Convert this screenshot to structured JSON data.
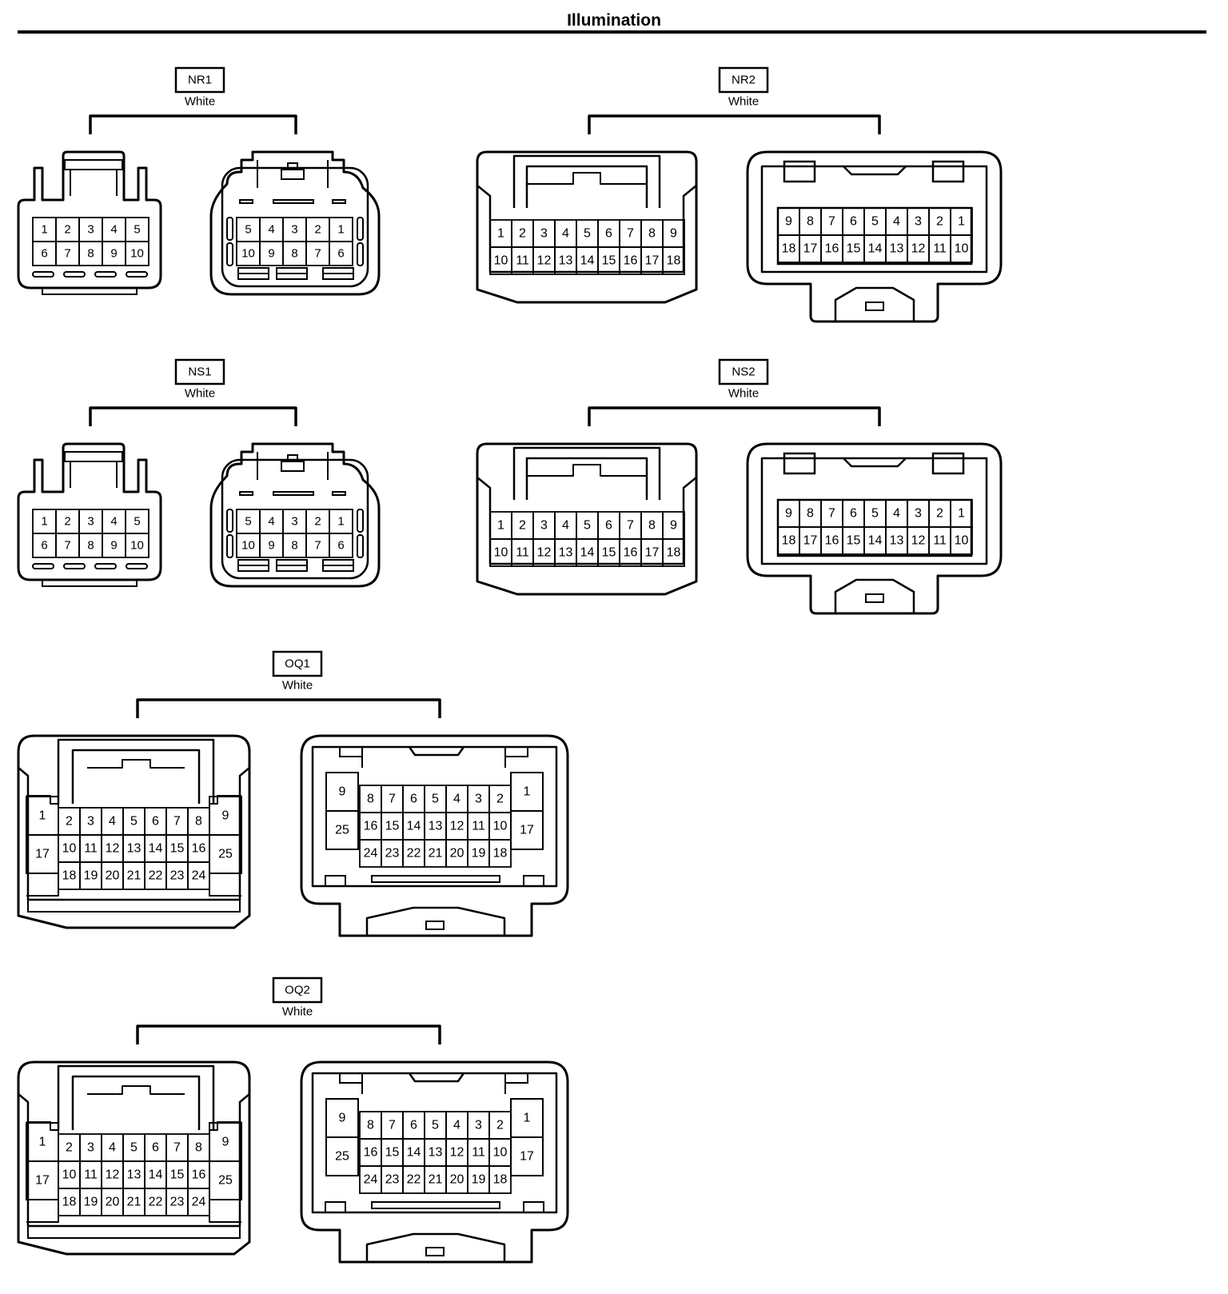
{
  "title": "Illumination",
  "groups": [
    {
      "id": "NR1",
      "label": "NR1",
      "color": "White",
      "kind": "small",
      "left": {
        "rows": [
          [
            "1",
            "2",
            "3",
            "4",
            "5"
          ],
          [
            "6",
            "7",
            "8",
            "9",
            "10"
          ]
        ]
      },
      "right": {
        "rows": [
          [
            "5",
            "4",
            "3",
            "2",
            "1"
          ],
          [
            "10",
            "9",
            "8",
            "7",
            "6"
          ]
        ]
      }
    },
    {
      "id": "NR2",
      "label": "NR2",
      "color": "White",
      "kind": "medium",
      "left": {
        "rows": [
          [
            "1",
            "2",
            "3",
            "4",
            "5",
            "6",
            "7",
            "8",
            "9"
          ],
          [
            "10",
            "11",
            "12",
            "13",
            "14",
            "15",
            "16",
            "17",
            "18"
          ]
        ]
      },
      "right": {
        "rows": [
          [
            "9",
            "8",
            "7",
            "6",
            "5",
            "4",
            "3",
            "2",
            "1"
          ],
          [
            "18",
            "17",
            "16",
            "15",
            "14",
            "13",
            "12",
            "11",
            "10"
          ]
        ]
      }
    },
    {
      "id": "NS1",
      "label": "NS1",
      "color": "White",
      "kind": "small",
      "left": {
        "rows": [
          [
            "1",
            "2",
            "3",
            "4",
            "5"
          ],
          [
            "6",
            "7",
            "8",
            "9",
            "10"
          ]
        ]
      },
      "right": {
        "rows": [
          [
            "5",
            "4",
            "3",
            "2",
            "1"
          ],
          [
            "10",
            "9",
            "8",
            "7",
            "6"
          ]
        ]
      }
    },
    {
      "id": "NS2",
      "label": "NS2",
      "color": "White",
      "kind": "medium",
      "left": {
        "rows": [
          [
            "1",
            "2",
            "3",
            "4",
            "5",
            "6",
            "7",
            "8",
            "9"
          ],
          [
            "10",
            "11",
            "12",
            "13",
            "14",
            "15",
            "16",
            "17",
            "18"
          ]
        ]
      },
      "right": {
        "rows": [
          [
            "9",
            "8",
            "7",
            "6",
            "5",
            "4",
            "3",
            "2",
            "1"
          ],
          [
            "18",
            "17",
            "16",
            "15",
            "14",
            "13",
            "12",
            "11",
            "10"
          ]
        ]
      }
    },
    {
      "id": "OQ1",
      "label": "OQ1",
      "color": "White",
      "kind": "large",
      "left": {
        "leftCol": [
          "1",
          "17"
        ],
        "rightCol": [
          "9",
          "25"
        ],
        "rows": [
          [
            "2",
            "3",
            "4",
            "5",
            "6",
            "7",
            "8"
          ],
          [
            "10",
            "11",
            "12",
            "13",
            "14",
            "15",
            "16"
          ],
          [
            "18",
            "19",
            "20",
            "21",
            "22",
            "23",
            "24"
          ]
        ]
      },
      "right": {
        "leftCol": [
          "9",
          "25"
        ],
        "rightCol": [
          "1",
          "17"
        ],
        "rows": [
          [
            "8",
            "7",
            "6",
            "5",
            "4",
            "3",
            "2"
          ],
          [
            "16",
            "15",
            "14",
            "13",
            "12",
            "11",
            "10"
          ],
          [
            "24",
            "23",
            "22",
            "21",
            "20",
            "19",
            "18"
          ]
        ]
      }
    },
    {
      "id": "OQ2",
      "label": "OQ2",
      "color": "White",
      "kind": "large",
      "left": {
        "leftCol": [
          "1",
          "17"
        ],
        "rightCol": [
          "9",
          "25"
        ],
        "rows": [
          [
            "2",
            "3",
            "4",
            "5",
            "6",
            "7",
            "8"
          ],
          [
            "10",
            "11",
            "12",
            "13",
            "14",
            "15",
            "16"
          ],
          [
            "18",
            "19",
            "20",
            "21",
            "22",
            "23",
            "24"
          ]
        ]
      },
      "right": {
        "leftCol": [
          "9",
          "25"
        ],
        "rightCol": [
          "1",
          "17"
        ],
        "rows": [
          [
            "8",
            "7",
            "6",
            "5",
            "4",
            "3",
            "2"
          ],
          [
            "16",
            "15",
            "14",
            "13",
            "12",
            "11",
            "10"
          ],
          [
            "24",
            "23",
            "22",
            "21",
            "20",
            "19",
            "18"
          ]
        ]
      }
    }
  ]
}
